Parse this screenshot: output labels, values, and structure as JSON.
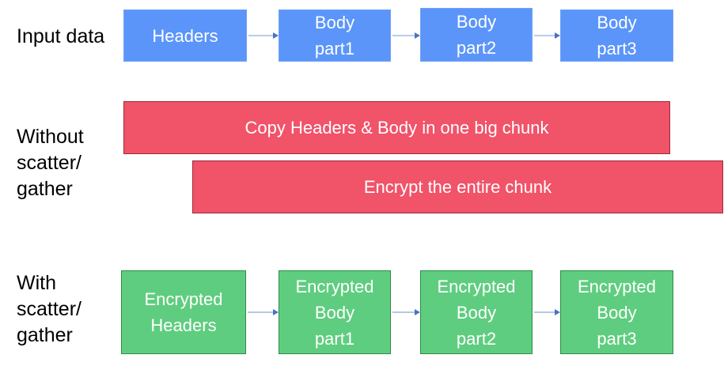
{
  "rows": {
    "input": {
      "label": "Input data",
      "boxes": [
        "Headers",
        "Body\npart1",
        "Body\npart2",
        "Body\npart3"
      ]
    },
    "without": {
      "label": "Without\nscatter/\ngather",
      "bars": [
        "Copy Headers & Body in one big chunk",
        "Encrypt the entire chunk"
      ]
    },
    "with": {
      "label": "With\nscatter/\ngather",
      "boxes": [
        "Encrypted\nHeaders",
        "Encrypted\nBody\npart1",
        "Encrypted\nBody\npart2",
        "Encrypted\nBody\npart3"
      ]
    }
  },
  "colors": {
    "blue": "#5b95f9",
    "red": "#f15369",
    "green": "#5fcd7f"
  }
}
